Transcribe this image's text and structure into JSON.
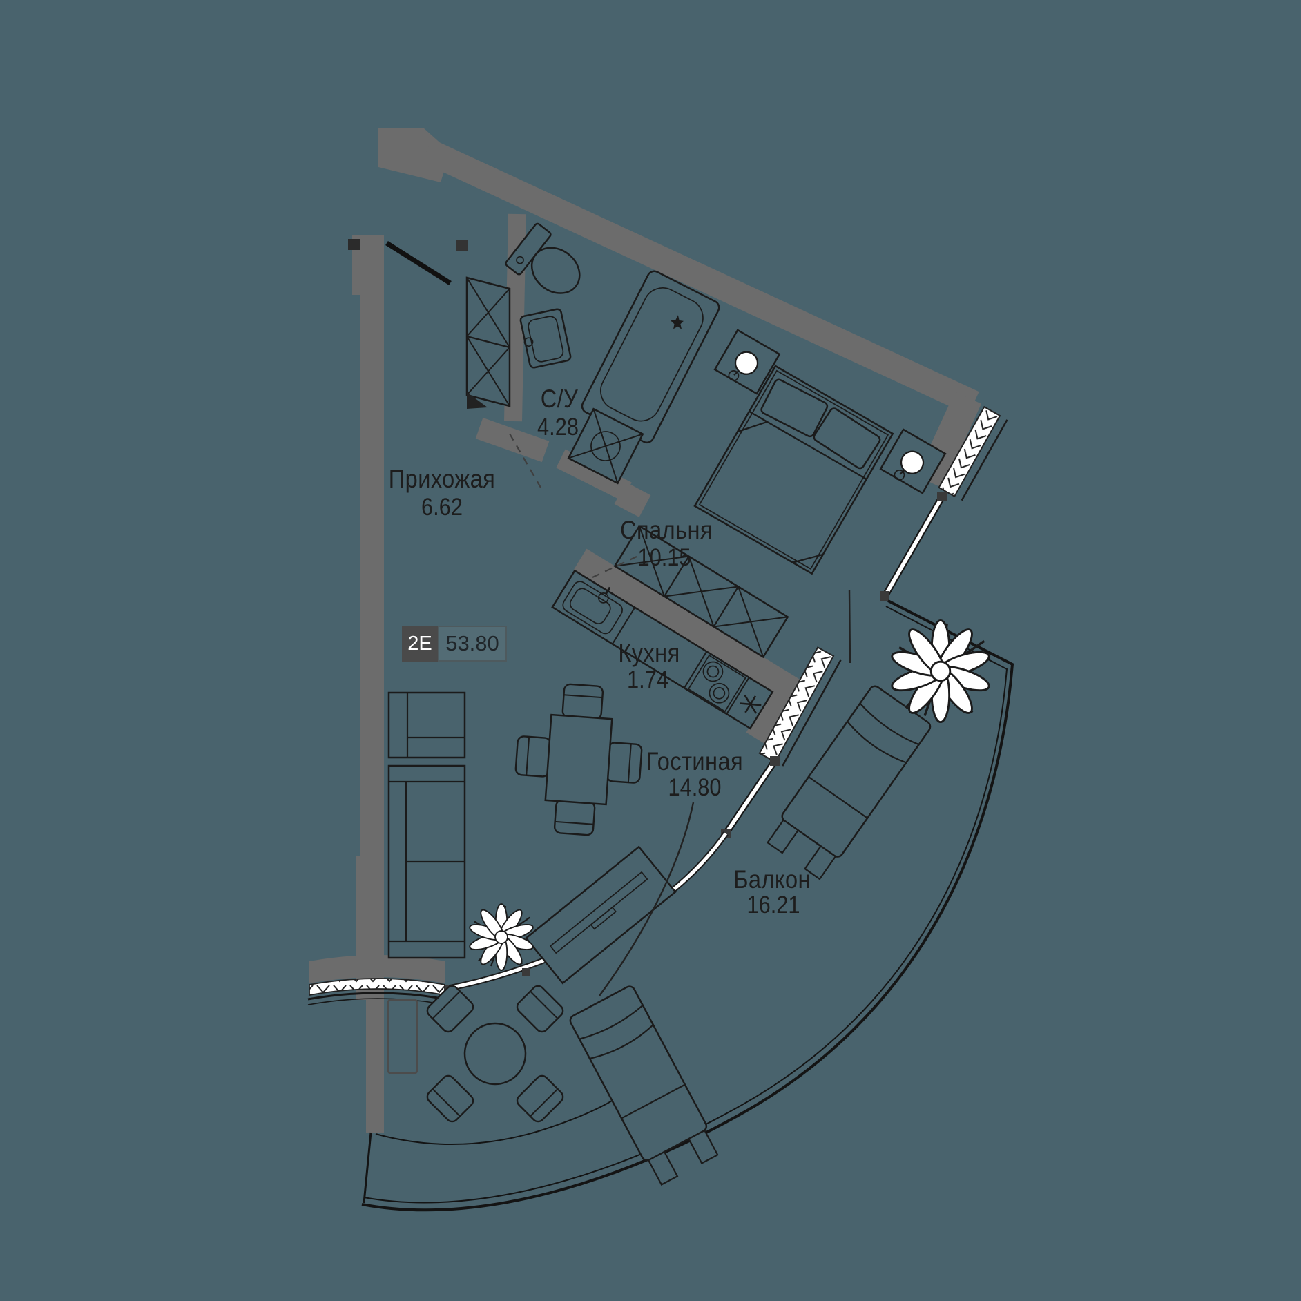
{
  "plan": {
    "unit_badge": {
      "type": "2E",
      "area": "53.80"
    },
    "rooms": [
      {
        "id": "hallway",
        "name": "Прихожая",
        "area": "6.62"
      },
      {
        "id": "bathroom",
        "name": "С/У",
        "area": "4.28"
      },
      {
        "id": "bedroom",
        "name": "Спальня",
        "area": "10.15"
      },
      {
        "id": "kitchen",
        "name": "Кухня",
        "area": "1.74"
      },
      {
        "id": "living",
        "name": "Гостиная",
        "area": "14.80"
      },
      {
        "id": "balcony",
        "name": "Балкон",
        "area": "16.21"
      }
    ],
    "colors": {
      "background": "#49636D",
      "wall": "#6C6C6C",
      "line": "#1B1B1B",
      "badge_bg": "#4A4A4A",
      "badge_text": "#FFFFFF"
    }
  }
}
